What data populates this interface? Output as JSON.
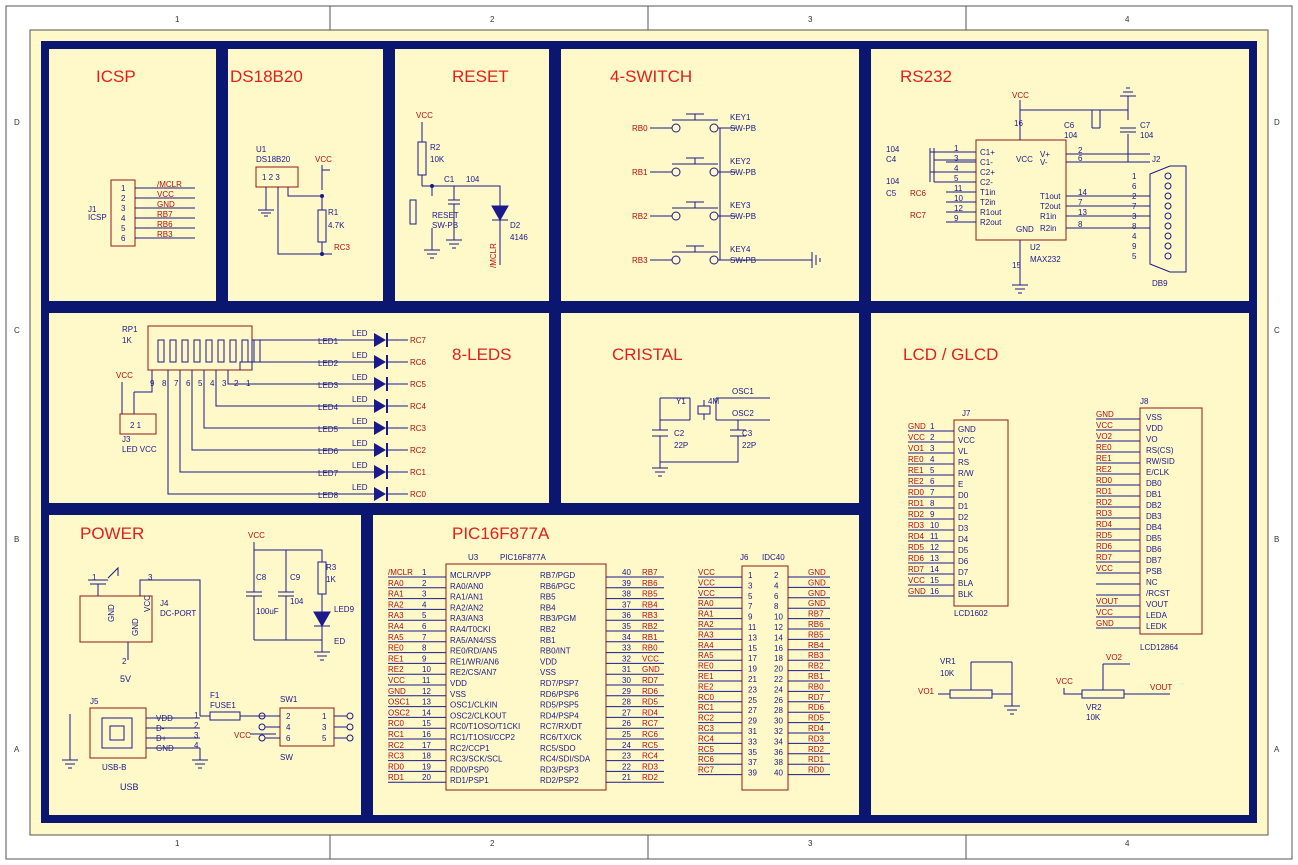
{
  "colors": {
    "panel_bg": "#fff8c8",
    "border": "#0a1670",
    "title": "#e0201c",
    "wire": "#1a1a8c",
    "net": "#b01010"
  },
  "zones": {
    "cols": [
      "1",
      "2",
      "3",
      "4"
    ],
    "rows": [
      "D",
      "C",
      "B",
      "A"
    ]
  },
  "sections": {
    "icsp": "ICSP",
    "ds18b20": "DS18B20",
    "reset": "RESET",
    "switch4": "4-SWITCH",
    "rs232": "RS232",
    "leds8": "8-LEDS",
    "cristal": "CRISTAL",
    "lcd": "LCD / GLCD",
    "power": "POWER",
    "pic": "PIC16F877A"
  },
  "icsp": {
    "ref": "J1",
    "name": "ICSP",
    "pins": [
      "1",
      "2",
      "3",
      "4",
      "5",
      "6"
    ],
    "nets": [
      "/MCLR",
      "VCC",
      "GND",
      "RB7",
      "RB6",
      "RB3"
    ]
  },
  "ds18b20": {
    "ref": "U1",
    "part": "DS18B20",
    "pins": "1 2 3",
    "vcc": "VCC",
    "r_ref": "R1",
    "r_val": "4.7K",
    "net": "RC3"
  },
  "reset": {
    "vcc": "VCC",
    "r_ref": "R2",
    "r_val": "10K",
    "c_ref": "C1",
    "c_val": "104",
    "sw": "RESET",
    "sw_type": "SW-PB",
    "d_ref": "D2",
    "d_val": "4146",
    "net": "/MCLR"
  },
  "switches": [
    {
      "net": "RB0",
      "ref": "KEY1",
      "type": "SW-PB"
    },
    {
      "net": "RB1",
      "ref": "KEY2",
      "type": "SW-PB"
    },
    {
      "net": "RB2",
      "ref": "KEY3",
      "type": "SW-PB"
    },
    {
      "net": "RB3",
      "ref": "KEY4",
      "type": "SW-PB"
    }
  ],
  "rs232": {
    "ref": "U2",
    "part": "MAX232",
    "conn": "J2",
    "conn_type": "DB9",
    "vcc": "VCC",
    "left_pins": [
      [
        "1",
        "C1+"
      ],
      [
        "3",
        "C1-"
      ],
      [
        "4",
        "C2+"
      ],
      [
        "5",
        "C2-"
      ],
      [
        "11",
        "T1in"
      ],
      [
        "10",
        "T2in"
      ],
      [
        "12",
        "R1out"
      ],
      [
        "9",
        "R2out"
      ]
    ],
    "right_pins": [
      [
        "2",
        "V+"
      ],
      [
        "6",
        "V-"
      ],
      [
        "14",
        "T1out"
      ],
      [
        "7",
        "T2out"
      ],
      [
        "13",
        "R1in"
      ],
      [
        "8",
        "R2in"
      ]
    ],
    "top_pin": "16",
    "bot_pin": "15",
    "vcc_lbl": "VCC",
    "gnd_lbl": "GND",
    "caps": [
      [
        "C4",
        "104"
      ],
      [
        "C5",
        "104"
      ],
      [
        "C6",
        "104"
      ],
      [
        "C7",
        "104"
      ]
    ],
    "nets": [
      "RC6",
      "RC7"
    ],
    "db9_pins": [
      "1",
      "6",
      "2",
      "7",
      "3",
      "8",
      "4",
      "9",
      "5"
    ]
  },
  "leds": {
    "rp": "RP1",
    "rp_val": "1K",
    "rp_pins": [
      "9",
      "8",
      "7",
      "6",
      "5",
      "4",
      "3",
      "2",
      "1"
    ],
    "vcc": "VCC",
    "jumper": "J3",
    "jumper_lbl": "LED VCC",
    "jp_pins": "2 1",
    "items": [
      [
        "LED1",
        "RC7"
      ],
      [
        "LED2",
        "RC6"
      ],
      [
        "LED3",
        "RC5"
      ],
      [
        "LED4",
        "RC4"
      ],
      [
        "LED5",
        "RC3"
      ],
      [
        "LED6",
        "RC2"
      ],
      [
        "LED7",
        "RC1"
      ],
      [
        "LED8",
        "RC0"
      ]
    ],
    "led_lbl": "LED"
  },
  "cristal": {
    "y": "Y1",
    "y_val": "4M",
    "c2": "C2",
    "c2v": "22P",
    "c3": "C3",
    "c3v": "22P",
    "osc1": "OSC1",
    "osc2": "OSC2"
  },
  "lcd": {
    "j7": "J7",
    "j7_part": "LCD1602",
    "j8": "J8",
    "j8_part": "LCD12864",
    "j7_pins": [
      [
        "GND",
        "1",
        "GND"
      ],
      [
        "VCC",
        "2",
        "VCC"
      ],
      [
        "VO1",
        "3",
        "VL"
      ],
      [
        "RE0",
        "4",
        "RS"
      ],
      [
        "RE1",
        "5",
        "R/W"
      ],
      [
        "RE2",
        "6",
        "E"
      ],
      [
        "RD0",
        "7",
        "D0"
      ],
      [
        "RD1",
        "8",
        "D1"
      ],
      [
        "RD2",
        "9",
        "D2"
      ],
      [
        "RD3",
        "10",
        "D3"
      ],
      [
        "RD4",
        "11",
        "D4"
      ],
      [
        "RD5",
        "12",
        "D5"
      ],
      [
        "RD6",
        "13",
        "D6"
      ],
      [
        "RD7",
        "14",
        "D7"
      ],
      [
        "VCC",
        "15",
        "BLA"
      ],
      [
        "GND",
        "16",
        "BLK"
      ]
    ],
    "j8_pins": [
      [
        "GND",
        "VSS"
      ],
      [
        "VCC",
        "VDD"
      ],
      [
        "VO2",
        "VO"
      ],
      [
        "RE0",
        "RS(CS)"
      ],
      [
        "RE1",
        "RW/SID"
      ],
      [
        "RE2",
        "E/CLK"
      ],
      [
        "RD0",
        "DB0"
      ],
      [
        "RD1",
        "DB1"
      ],
      [
        "RD2",
        "DB2"
      ],
      [
        "RD3",
        "DB3"
      ],
      [
        "RD4",
        "DB4"
      ],
      [
        "RD5",
        "DB5"
      ],
      [
        "RD6",
        "DB6"
      ],
      [
        "RD7",
        "DB7"
      ],
      [
        "VCC",
        "PSB"
      ],
      [
        "",
        "NC"
      ],
      [
        "",
        "/RCST"
      ],
      [
        "VOUT",
        "VOUT"
      ],
      [
        "VCC",
        "LEDA"
      ],
      [
        "GND",
        "LEDK"
      ]
    ],
    "vr1": "VR1",
    "vr1v": "10K",
    "vo1": "VO1",
    "vcc": "VCC",
    "vr2": "VR2",
    "vr2v": "10K",
    "vo2": "VO2",
    "vout": "VOUT"
  },
  "power": {
    "j4": "J4",
    "j4_type": "DC-PORT",
    "gnd": "GND",
    "vcc": "VCC",
    "v5": "5V",
    "pin1": "1",
    "pin2": "2",
    "pin3": "3",
    "c8": "C8",
    "c8v": "100uF",
    "c9": "C9",
    "c9v": "104",
    "r3": "R3",
    "r3v": "1K",
    "d9": "LED9",
    "d9_lbl": "ED",
    "f1": "F1",
    "f1v": "FUSE1",
    "sw1": "SW1",
    "sw_lbl": "SW",
    "j5": "J5",
    "j5_type": "USB-B",
    "usb": "USB",
    "usb_pins": [
      "VDD",
      "D-",
      "D+",
      "GND"
    ],
    "usb_nums": [
      "1",
      "2",
      "3",
      "4"
    ],
    "sw_pins": [
      "2",
      "4",
      "6",
      "1",
      "3",
      "5"
    ]
  },
  "pic": {
    "ref": "U3",
    "part": "PIC16F877A",
    "j6": "J6",
    "j6_part": "IDC40",
    "left": [
      [
        "/MCLR",
        "1",
        "MCLR/VPP"
      ],
      [
        "RA0",
        "2",
        "RA0/AN0"
      ],
      [
        "RA1",
        "3",
        "RA1/AN1"
      ],
      [
        "RA2",
        "4",
        "RA2/AN2"
      ],
      [
        "RA3",
        "5",
        "RA3/AN3"
      ],
      [
        "RA4",
        "6",
        "RA4/T0CKI"
      ],
      [
        "RA5",
        "7",
        "RA5/AN4/SS"
      ],
      [
        "RE0",
        "8",
        "RE0/RD/AN5"
      ],
      [
        "RE1",
        "9",
        "RE1/WR/AN6"
      ],
      [
        "RE2",
        "10",
        "RE2/CS/AN7"
      ],
      [
        "VCC",
        "11",
        "VDD"
      ],
      [
        "GND",
        "12",
        "VSS"
      ],
      [
        "OSC1",
        "13",
        "OSC1/CLKIN"
      ],
      [
        "OSC2",
        "14",
        "OSC2/CLKOUT"
      ],
      [
        "RC0",
        "15",
        "RC0/T1OSO/T1CKI"
      ],
      [
        "RC1",
        "16",
        "RC1/T1OSI/CCP2"
      ],
      [
        "RC2",
        "17",
        "RC2/CCP1"
      ],
      [
        "RC3",
        "18",
        "RC3/SCK/SCL"
      ],
      [
        "RD0",
        "19",
        "RD0/PSP0"
      ],
      [
        "RD1",
        "20",
        "RD1/PSP1"
      ]
    ],
    "right": [
      [
        "RB7/PGD",
        "40",
        "RB7"
      ],
      [
        "RB6/PGC",
        "39",
        "RB6"
      ],
      [
        "RB5",
        "38",
        "RB5"
      ],
      [
        "RB4",
        "37",
        "RB4"
      ],
      [
        "RB3/PGM",
        "36",
        "RB3"
      ],
      [
        "RB2",
        "35",
        "RB2"
      ],
      [
        "RB1",
        "34",
        "RB1"
      ],
      [
        "RB0/INT",
        "33",
        "RB0"
      ],
      [
        "VDD",
        "32",
        "VCC"
      ],
      [
        "VSS",
        "31",
        "GND"
      ],
      [
        "RD7/PSP7",
        "30",
        "RD7"
      ],
      [
        "RD6/PSP6",
        "29",
        "RD6"
      ],
      [
        "RD5/PSP5",
        "28",
        "RD5"
      ],
      [
        "RD4/PSP4",
        "27",
        "RD4"
      ],
      [
        "RC7/RX/DT",
        "26",
        "RC7"
      ],
      [
        "RC6/TX/CK",
        "25",
        "RC6"
      ],
      [
        "RC5/SDO",
        "24",
        "RC5"
      ],
      [
        "RC4/SDI/SDA",
        "23",
        "RC4"
      ],
      [
        "RD3/PSP3",
        "22",
        "RD3"
      ],
      [
        "RD2/PSP2",
        "21",
        "RD2"
      ]
    ],
    "idc_left": [
      [
        "VCC",
        "1"
      ],
      [
        "VCC",
        "3"
      ],
      [
        "VCC",
        "5"
      ],
      [
        "RA0",
        "7"
      ],
      [
        "RA1",
        "9"
      ],
      [
        "RA2",
        "11"
      ],
      [
        "RA3",
        "13"
      ],
      [
        "RA4",
        "15"
      ],
      [
        "RA5",
        "17"
      ],
      [
        "RE0",
        "19"
      ],
      [
        "RE1",
        "21"
      ],
      [
        "RE2",
        "23"
      ],
      [
        "RC0",
        "25"
      ],
      [
        "RC1",
        "27"
      ],
      [
        "RC2",
        "29"
      ],
      [
        "RC3",
        "31"
      ],
      [
        "RC4",
        "33"
      ],
      [
        "RC5",
        "35"
      ],
      [
        "RC6",
        "37"
      ],
      [
        "RC7",
        "39"
      ]
    ],
    "idc_right": [
      [
        "2",
        "GND"
      ],
      [
        "4",
        "GND"
      ],
      [
        "6",
        "GND"
      ],
      [
        "8",
        "GND"
      ],
      [
        "10",
        "RB7"
      ],
      [
        "12",
        "RB6"
      ],
      [
        "14",
        "RB5"
      ],
      [
        "16",
        "RB4"
      ],
      [
        "18",
        "RB3"
      ],
      [
        "20",
        "RB2"
      ],
      [
        "22",
        "RB1"
      ],
      [
        "24",
        "RB0"
      ],
      [
        "26",
        "RD7"
      ],
      [
        "28",
        "RD6"
      ],
      [
        "30",
        "RD5"
      ],
      [
        "32",
        "RD4"
      ],
      [
        "34",
        "RD3"
      ],
      [
        "36",
        "RD2"
      ],
      [
        "38",
        "RD1"
      ],
      [
        "40",
        "RD0"
      ]
    ]
  }
}
